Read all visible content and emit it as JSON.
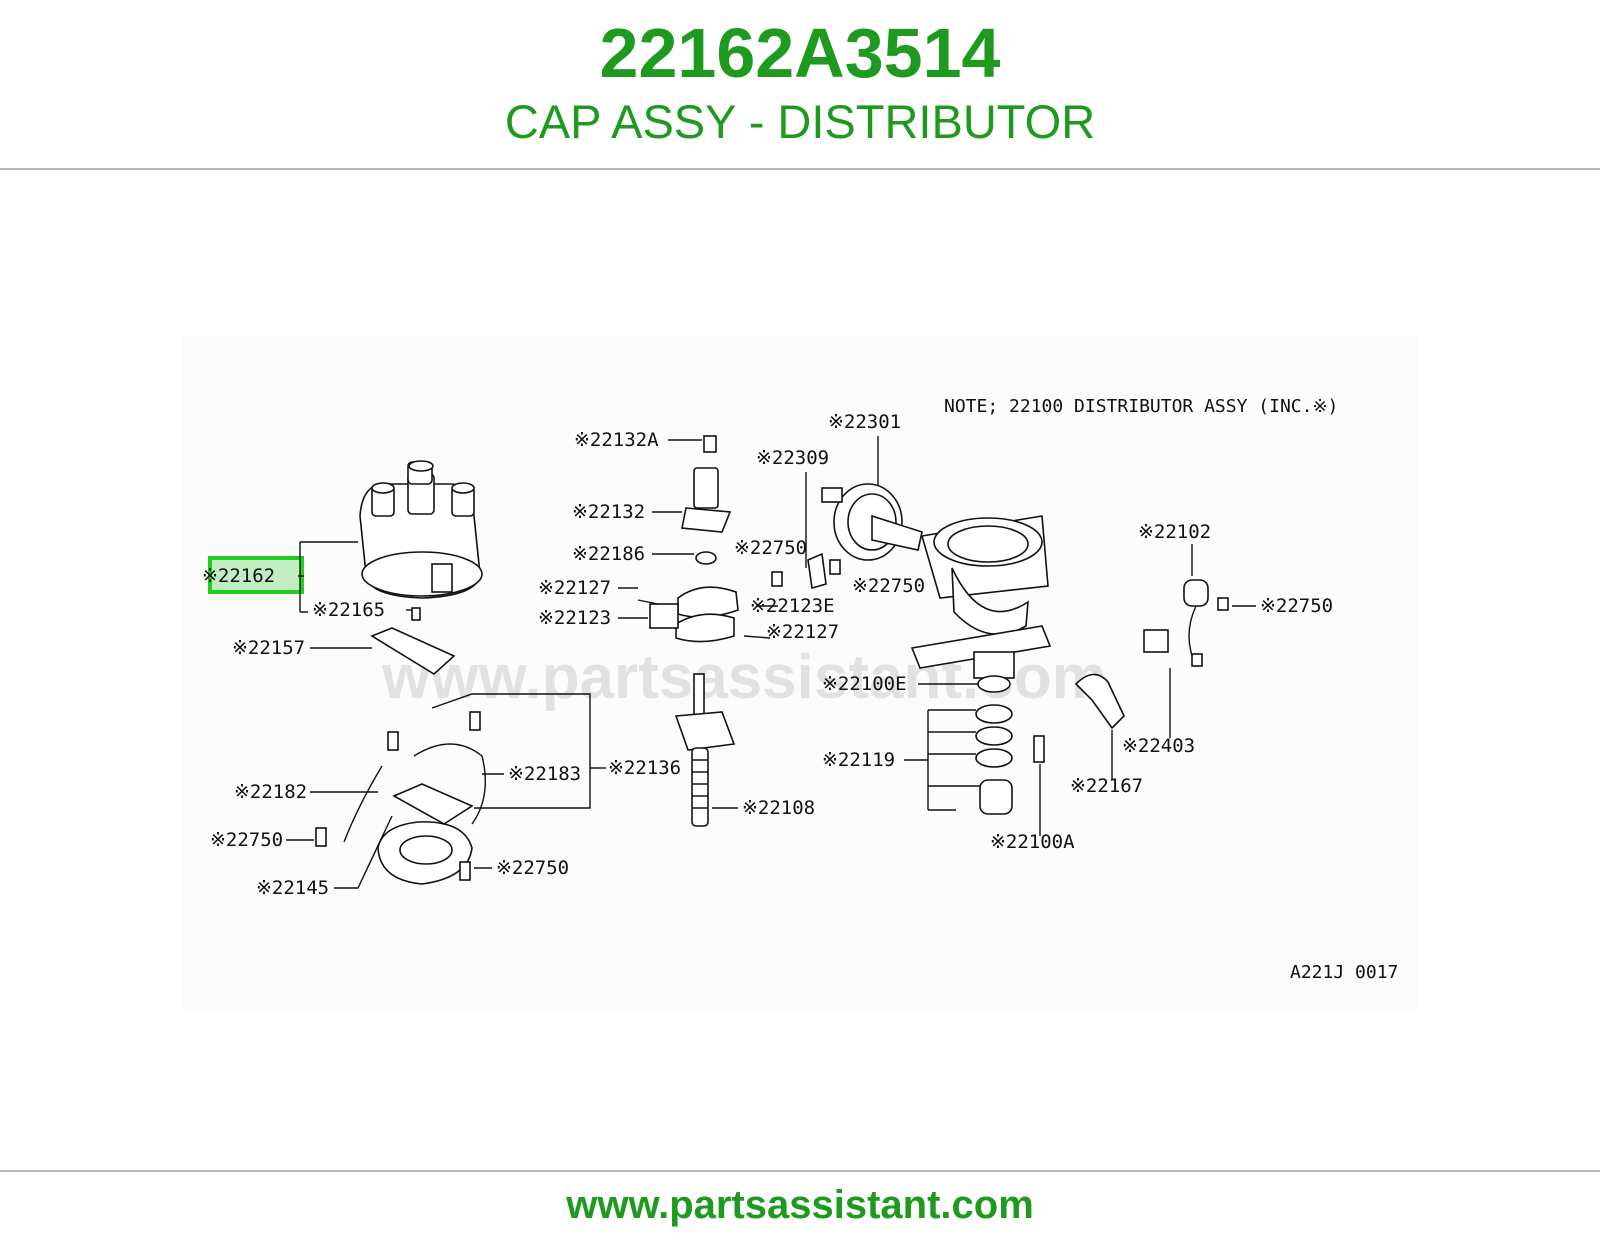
{
  "header": {
    "part_number": "22162A3514",
    "part_name": "CAP ASSY - DISTRIBUTOR"
  },
  "diagram": {
    "note": "NOTE; 22100  DISTRIBUTOR ASSY (INC.※)",
    "reference_code": "A221J 0017",
    "watermark": "www.partsassistant.com",
    "highlighted_part": "22162",
    "highlight_color": "#1ed01e",
    "callouts": {
      "c22162": "※22162",
      "c22165": "※22165",
      "c22157": "※22157",
      "c22182": "※22182",
      "c22750_a": "※22750",
      "c22145": "※22145",
      "c22183": "※22183",
      "c22136": "※22136",
      "c22750_b": "※22750",
      "c22132A": "※22132A",
      "c22132": "※22132",
      "c22186": "※22186",
      "c22127_a": "※22127",
      "c22123": "※22123",
      "c22123E": "※22123E",
      "c22127_b": "※22127",
      "c22108": "※22108",
      "c22301": "※22301",
      "c22309": "※22309",
      "c22750_c": "※22750",
      "c22750_d": "※22750",
      "c22100E": "※22100E",
      "c22119": "※22119",
      "c22100A": "※22100A",
      "c22102": "※22102",
      "c22750_e": "※22750",
      "c22403": "※22403",
      "c22167": "※22167"
    }
  },
  "footer": {
    "url": "www.partsassistant.com"
  }
}
